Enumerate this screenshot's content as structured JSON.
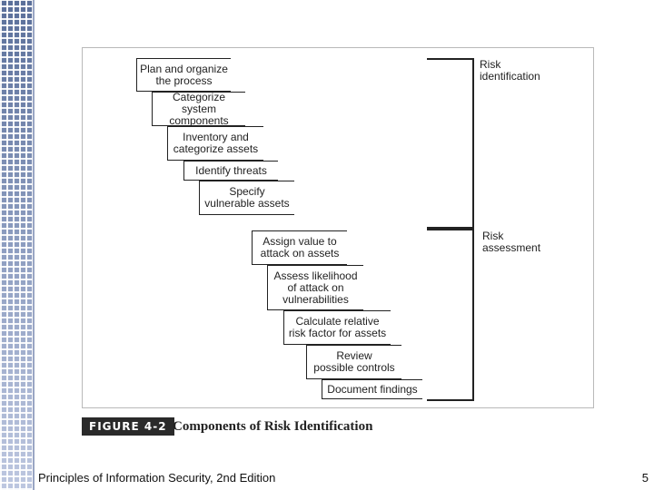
{
  "steps": [
    {
      "line1": "Plan and organize",
      "line2": "the process"
    },
    {
      "line1": "Categorize system",
      "line2": "components"
    },
    {
      "line1": "Inventory and",
      "line2": "categorize assets"
    },
    {
      "line1": "Identify threats",
      "line2": ""
    },
    {
      "line1": "Specify",
      "line2": "vulnerable assets"
    },
    {
      "line1": "Assign value to",
      "line2": "attack on assets"
    },
    {
      "line1": "Assess likelihood",
      "line2": "of attack on",
      "line3": "vulnerabilities"
    },
    {
      "line1": "Calculate relative",
      "line2": "risk factor for assets"
    },
    {
      "line1": "Review",
      "line2": "possible controls"
    },
    {
      "line1": "Document findings",
      "line2": ""
    }
  ],
  "groups": {
    "identification": {
      "line1": "Risk",
      "line2": "identification"
    },
    "assessment": {
      "line1": "Risk",
      "line2": "assessment"
    }
  },
  "caption": {
    "tag": "FIGURE 4-2",
    "title": "Components of Risk Identification"
  },
  "footer": {
    "left": "Principles of Information Security, 2nd Edition",
    "page": "5"
  }
}
